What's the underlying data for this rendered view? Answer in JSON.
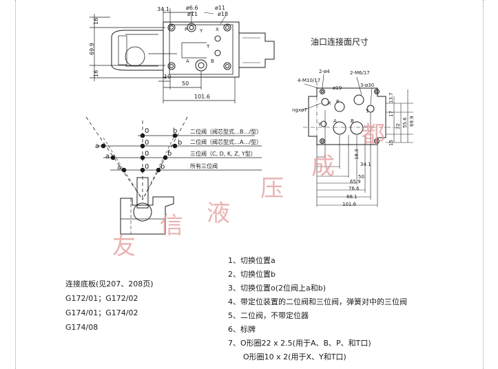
{
  "title": "油口连接面尺寸",
  "watermark": [
    "友",
    "信",
    "液",
    "压",
    "成",
    "都"
  ],
  "dims_top": {
    "d341": "34.1",
    "d66": "ø6.6",
    "d11a": "ø11",
    "d11b": "ø11",
    "d18": "ø18",
    "d16a": "16",
    "d699": "69.9",
    "d16b": "16",
    "d19": "19",
    "d50": "50",
    "d1016": "101.6",
    "pA": "A",
    "pB": "B",
    "pP": "P",
    "pT": "T",
    "pX": "X",
    "pY": "Y"
  },
  "dims_port": {
    "m4": "2-ø4",
    "m10": "4-M10/17",
    "m6": "2-M6/17",
    "r30": "3-ø30",
    "r19": "ø19",
    "nrx": "ngxø7",
    "v137": "13.7",
    "v17": "17",
    "v32": "32",
    "v556": "55.6",
    "v699": "69.9",
    "v15": "15",
    "h183": "18.3",
    "h341": "34.1",
    "h50": "50",
    "h659": "65.9",
    "h766": "76.6",
    "h881": "88.1",
    "h1016": "101.6",
    "pA": "A",
    "pB": "B",
    "pP": "P",
    "pT": "T",
    "pX": "X",
    "pY": "Y"
  },
  "positions": {
    "row1": [
      "0",
      "b"
    ],
    "row2": [
      "a",
      "0",
      "b"
    ],
    "row3": [
      "a",
      "0",
      "b"
    ],
    "row4": [
      "a",
      "0",
      "b"
    ],
    "note1": "二位阀（阀芯型式…B…/型）",
    "note2": "二位阀（阀芯型式…A…/型）",
    "note3": "三位阀（C, D, K, Z, Y型）",
    "note4": "所有三位阀"
  },
  "plates": [
    "连接底板(见207、208页)",
    "G172/01；G172/02",
    "G174/01；G174/02",
    "G174/08"
  ],
  "legend": [
    "1、切换位置a",
    "2、切换位置b",
    "3、切换位置o(2位阀上a和b)",
    "4、带定位装置的二位阀和三位阀，弹簧对中的三位阀",
    "5、二位阀，不带定位器",
    "6、标牌",
    "7、O形圈22 x 2.5(用于A、B、P、和T口)",
    "O形圈10 x 2(用于X、Y和T口)"
  ]
}
